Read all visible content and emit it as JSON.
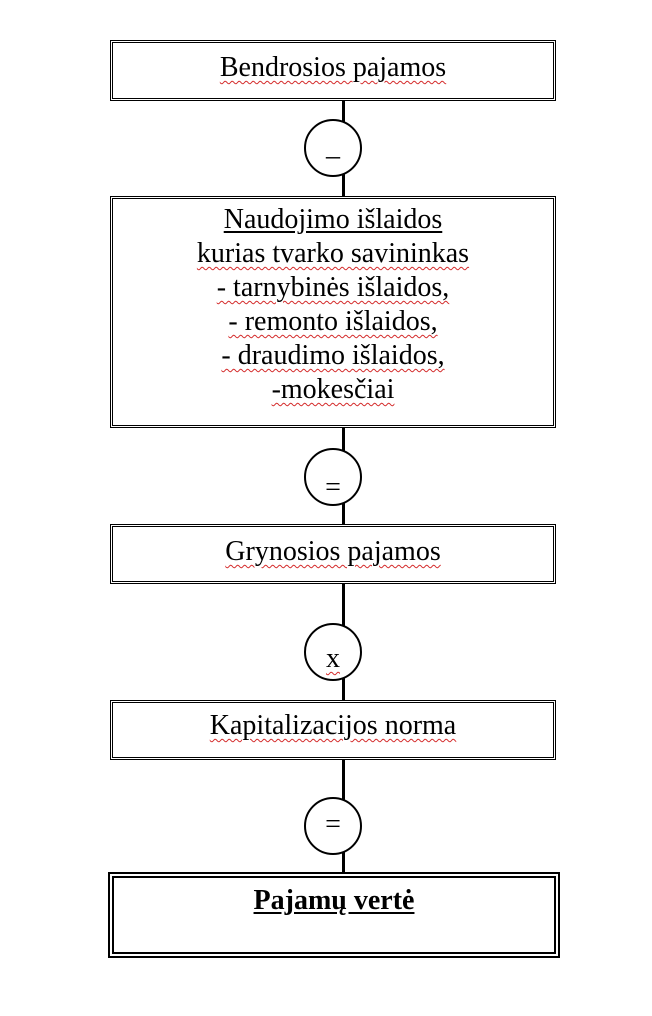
{
  "diagram": {
    "box1": {
      "label": "Bendrosios pajamos"
    },
    "op1": {
      "symbol": "_"
    },
    "box2": {
      "lines": [
        "Naudojimo išlaidos",
        "kurias tvarko savininkas",
        "- tarnybinės išlaidos,",
        "- remonto išlaidos,",
        "- draudimo išlaidos,",
        "-mokesčiai"
      ]
    },
    "op2": {
      "symbol": "="
    },
    "box3": {
      "label": "Grynosios pajamos"
    },
    "op3": {
      "symbol": "x"
    },
    "box4": {
      "label": "Kapitalizacijos norma"
    },
    "op4": {
      "symbol": "="
    },
    "box5": {
      "label": "Pajamų vertė"
    }
  }
}
